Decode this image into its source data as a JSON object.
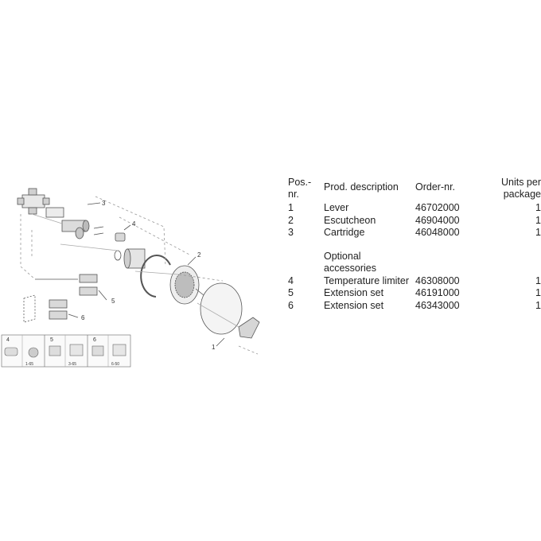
{
  "table": {
    "headers": {
      "pos": "Pos.- nr.",
      "description": "Prod. description",
      "order": "Order-nr.",
      "units": "Units per package"
    },
    "items": [
      {
        "pos": "1",
        "description": "Lever",
        "order": "46702000",
        "units": "1"
      },
      {
        "pos": "2",
        "description": "Escutcheon",
        "order": "46904000",
        "units": "1"
      },
      {
        "pos": "3",
        "description": "Cartridge",
        "order": "46048000",
        "units": "1"
      }
    ],
    "optional_label": "Optional accessories",
    "optional_items": [
      {
        "pos": "4",
        "description": "Temperature limiter",
        "order": "46308000",
        "units": "1"
      },
      {
        "pos": "5",
        "description": "Extension set",
        "order": "46191000",
        "units": "1"
      },
      {
        "pos": "6",
        "description": "Extension set",
        "order": "46343000",
        "units": "1"
      }
    ]
  },
  "diagram": {
    "callouts": [
      "1",
      "2",
      "3",
      "4",
      "5",
      "6"
    ],
    "legend_labels": [
      "4",
      "5",
      "6"
    ],
    "legend_notes": [
      "1-65",
      "3-65",
      "6-50"
    ]
  }
}
